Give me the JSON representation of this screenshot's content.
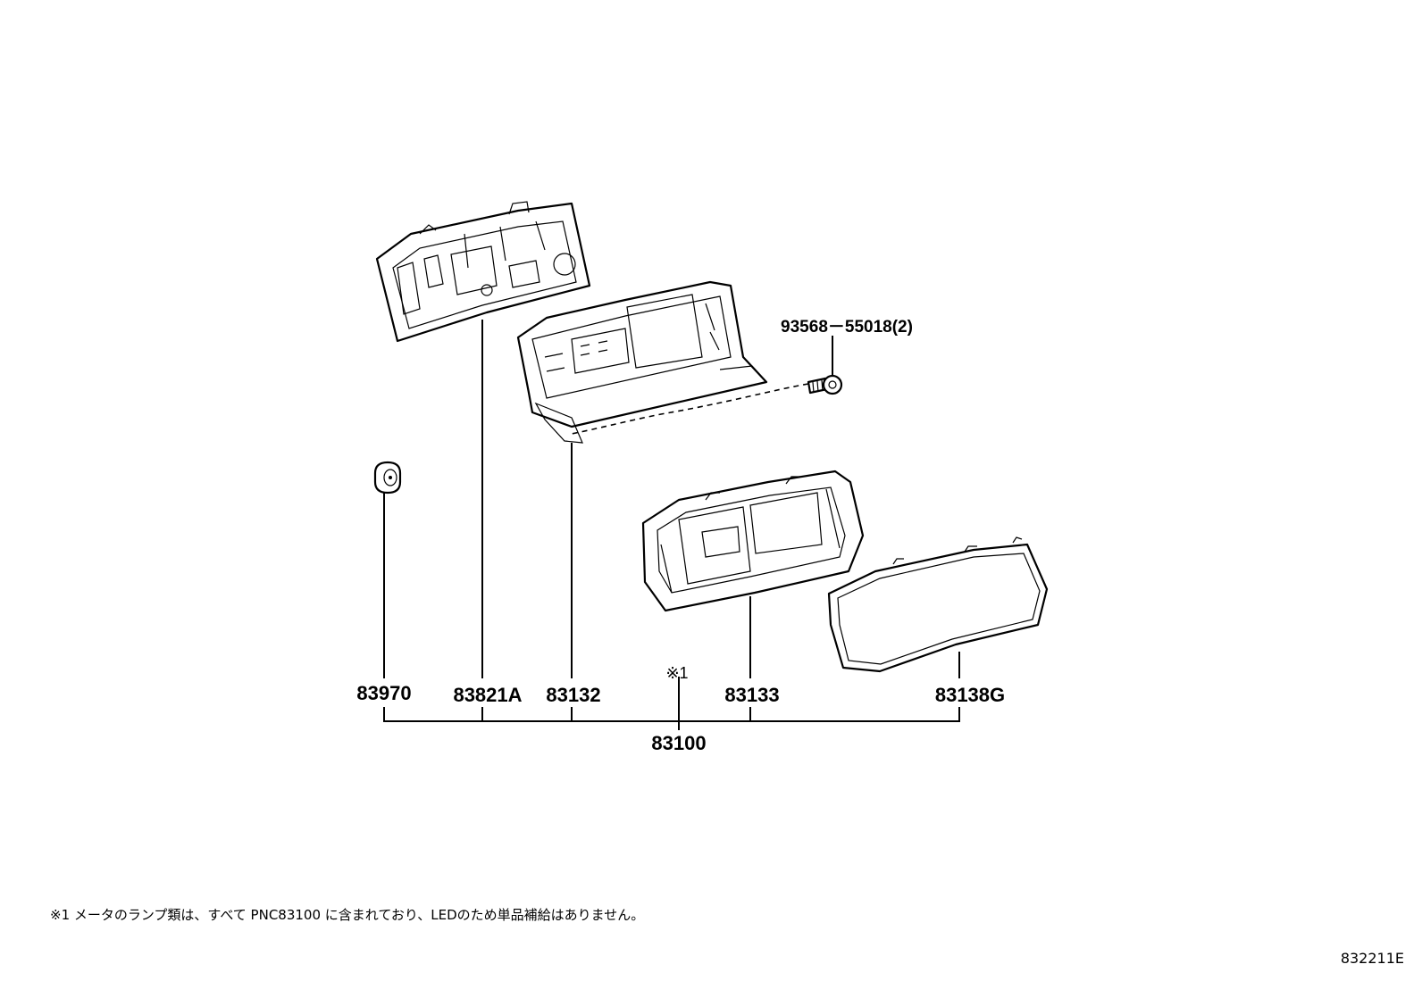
{
  "labels": {
    "p83970": "83970",
    "p83821A": "83821A",
    "p83132": "83132",
    "note_mark": "※1",
    "p83133": "83133",
    "p83138G": "83138G",
    "p83100": "83100",
    "p93568": "93568－55018(2)"
  },
  "footnote": "※1 メータのランプ類は、すべて PNC83100 に含まれており、LEDのため単品補給はありません。",
  "figure_id": "832211E"
}
